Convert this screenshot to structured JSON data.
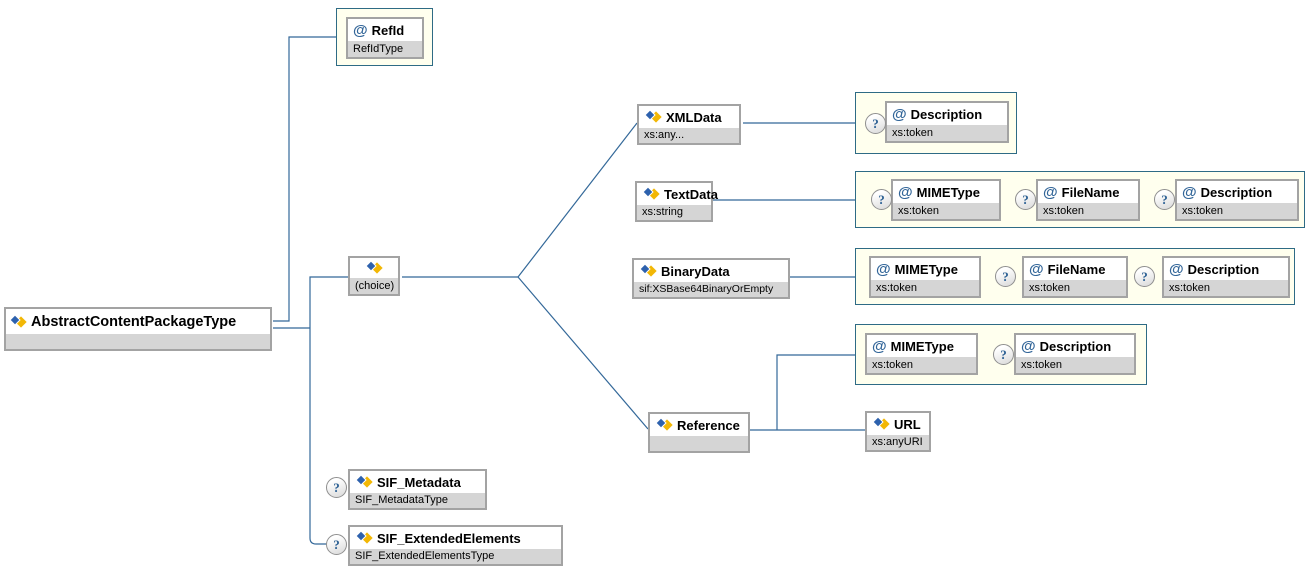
{
  "diagram": {
    "glyphs": {
      "at": "@",
      "optional": "?"
    },
    "colors": {
      "line": "#336899",
      "group_bg": "#ffffee",
      "group_border": "#2e6b85",
      "row_bg": "#d5d5d5",
      "at_color": "#336699"
    },
    "root": {
      "name": "AbstractContentPackageType",
      "type": ""
    },
    "refid_attr": {
      "name": "RefId",
      "type": "RefIdType",
      "optional": false
    },
    "choice": {
      "label": "(choice)"
    },
    "elements": {
      "xmldata": {
        "name": "XMLData",
        "type": "xs:any..."
      },
      "textdata": {
        "name": "TextData",
        "type": "xs:string"
      },
      "binarydata": {
        "name": "BinaryData",
        "type": "sif:XSBase64BinaryOrEmpty"
      },
      "reference": {
        "name": "Reference",
        "type": ""
      },
      "url": {
        "name": "URL",
        "type": "xs:anyURI"
      },
      "sif_metadata": {
        "name": "SIF_Metadata",
        "type": "SIF_MetadataType",
        "optional": true
      },
      "sif_extended_elements": {
        "name": "SIF_ExtendedElements",
        "type": "SIF_ExtendedElementsType",
        "optional": true
      }
    },
    "attr_groups": {
      "xmldata": [
        {
          "name": "Description",
          "type": "xs:token",
          "optional": true
        }
      ],
      "textdata": [
        {
          "name": "MIMEType",
          "type": "xs:token",
          "optional": true
        },
        {
          "name": "FileName",
          "type": "xs:token",
          "optional": true
        },
        {
          "name": "Description",
          "type": "xs:token",
          "optional": true
        }
      ],
      "binarydata": [
        {
          "name": "MIMEType",
          "type": "xs:token",
          "optional": false
        },
        {
          "name": "FileName",
          "type": "xs:token",
          "optional": true
        },
        {
          "name": "Description",
          "type": "xs:token",
          "optional": true
        }
      ],
      "reference": [
        {
          "name": "MIMEType",
          "type": "xs:token",
          "optional": false
        },
        {
          "name": "Description",
          "type": "xs:token",
          "optional": true
        }
      ]
    }
  }
}
